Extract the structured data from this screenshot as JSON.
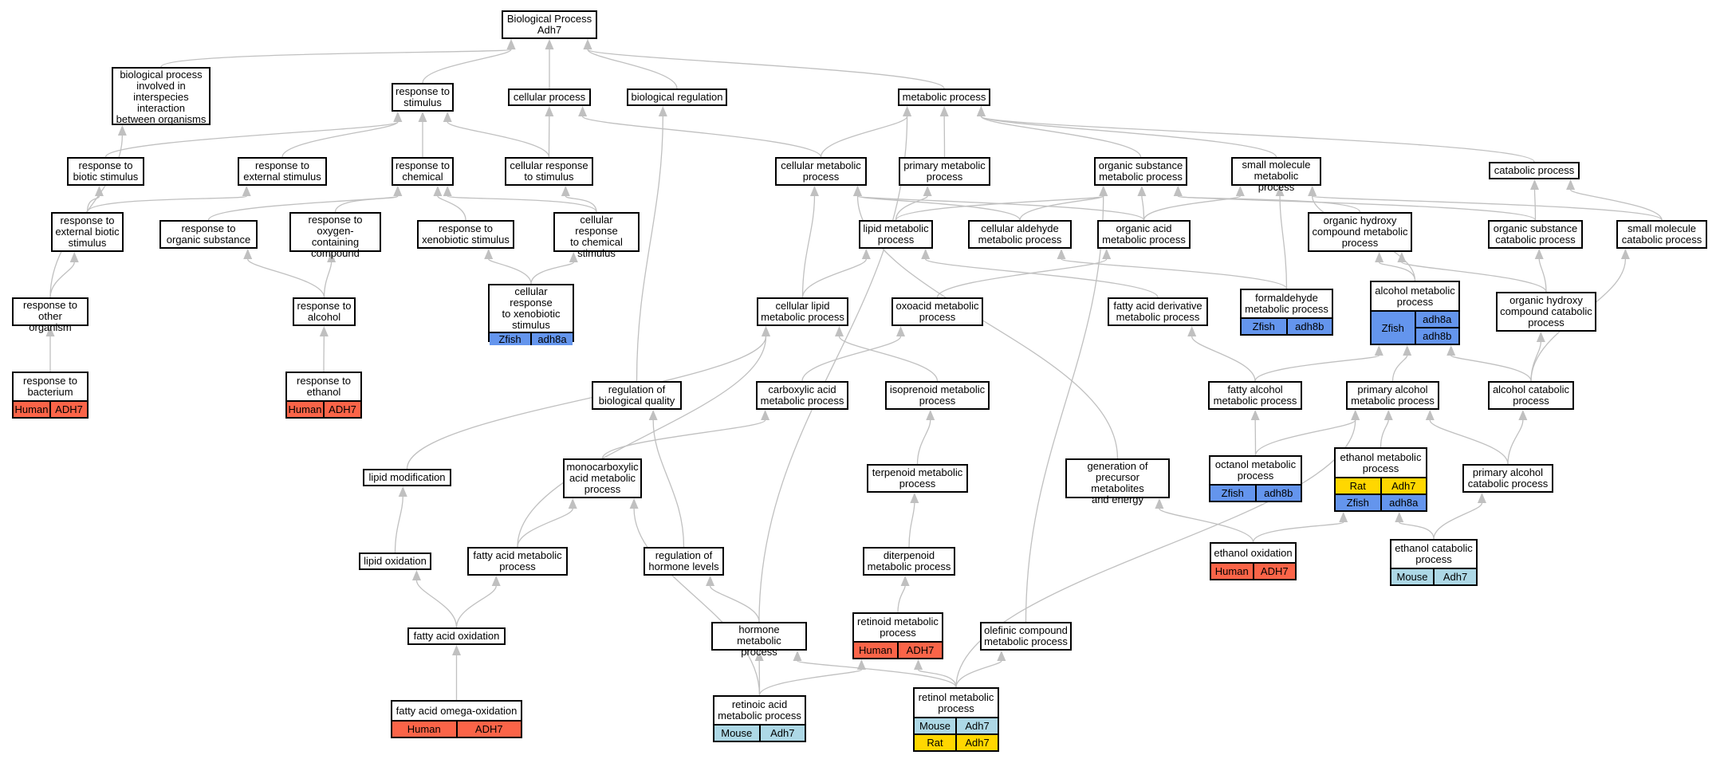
{
  "colors": {
    "edge": "#c0c0c0",
    "Human": "#fb6448",
    "Mouse": "#add8e6",
    "Rat": "#ffd700",
    "Zfish": "#6495ed"
  },
  "nodes": [
    {
      "id": "bp",
      "text": "Biological Process\nAdh7"
    },
    {
      "id": "bpinter",
      "text": "biological process\ninvolved in\ninterspecies\ninteraction\nbetween organisms"
    },
    {
      "id": "resp_stim",
      "text": "response to\nstimulus"
    },
    {
      "id": "cell_proc",
      "text": "cellular process"
    },
    {
      "id": "bio_reg",
      "text": "biological regulation"
    },
    {
      "id": "met_proc",
      "text": "metabolic process"
    },
    {
      "id": "resp_biotic",
      "text": "response to\nbiotic stimulus"
    },
    {
      "id": "resp_ext",
      "text": "response to\nexternal stimulus"
    },
    {
      "id": "resp_chem",
      "text": "response to\nchemical"
    },
    {
      "id": "cell_resp_stim",
      "text": "cellular response\nto stimulus"
    },
    {
      "id": "cell_met",
      "text": "cellular metabolic\nprocess"
    },
    {
      "id": "prim_met",
      "text": "primary metabolic\nprocess"
    },
    {
      "id": "org_sub_met",
      "text": "organic substance\nmetabolic process"
    },
    {
      "id": "small_mol_met",
      "text": "small molecule\nmetabolic process"
    },
    {
      "id": "catab",
      "text": "catabolic process"
    },
    {
      "id": "resp_ext_biotic",
      "text": "response to\nexternal biotic\nstimulus"
    },
    {
      "id": "resp_org_sub",
      "text": "response to\norganic substance"
    },
    {
      "id": "resp_oxy",
      "text": "response to\noxygen-containing\ncompound"
    },
    {
      "id": "resp_xeno",
      "text": "response to\nxenobiotic stimulus"
    },
    {
      "id": "cell_resp_chem",
      "text": "cellular response\nto chemical\nstimulus"
    },
    {
      "id": "lipid_met",
      "text": "lipid metabolic\nprocess"
    },
    {
      "id": "cell_ald",
      "text": "cellular aldehyde\nmetabolic process"
    },
    {
      "id": "org_acid",
      "text": "organic acid\nmetabolic process"
    },
    {
      "id": "org_hydroxy",
      "text": "organic hydroxy\ncompound metabolic\nprocess"
    },
    {
      "id": "org_sub_cat",
      "text": "organic substance\ncatabolic process"
    },
    {
      "id": "small_mol_cat",
      "text": "small molecule\ncatabolic process"
    },
    {
      "id": "resp_other",
      "text": "response to\nother organism"
    },
    {
      "id": "resp_alc",
      "text": "response to\nalcohol"
    },
    {
      "id": "cell_resp_xeno",
      "text": "cellular response\nto xenobiotic\nstimulus",
      "rows": [
        [
          {
            "sp": "Zfish",
            "gene": "adh8a"
          }
        ]
      ]
    },
    {
      "id": "cell_lipid",
      "text": "cellular lipid\nmetabolic process"
    },
    {
      "id": "oxoacid",
      "text": "oxoacid metabolic\nprocess"
    },
    {
      "id": "fa_deriv",
      "text": "fatty acid derivative\nmetabolic process"
    },
    {
      "id": "formald",
      "text": "formaldehyde\nmetabolic process",
      "rows": [
        [
          {
            "sp": "Zfish",
            "gene": "adh8b"
          }
        ]
      ]
    },
    {
      "id": "alc_met",
      "text": "alcohol metabolic\nprocess",
      "grid": {
        "sp": "Zfish",
        "genes": [
          "adh8a",
          "adh8b"
        ]
      }
    },
    {
      "id": "org_hydroxy_cat",
      "text": "organic hydroxy\ncompound catabolic\nprocess"
    },
    {
      "id": "resp_bact",
      "text": "response to\nbacterium",
      "rows": [
        [
          {
            "sp": "Human",
            "gene": "ADH7"
          }
        ]
      ]
    },
    {
      "id": "resp_eth",
      "text": "response to\nethanol",
      "rows": [
        [
          {
            "sp": "Human",
            "gene": "ADH7"
          }
        ]
      ]
    },
    {
      "id": "reg_bioq",
      "text": "regulation of\nbiological quality"
    },
    {
      "id": "carbox",
      "text": "carboxylic acid\nmetabolic process"
    },
    {
      "id": "isoprenoid",
      "text": "isoprenoid metabolic\nprocess"
    },
    {
      "id": "fatty_alc",
      "text": "fatty alcohol\nmetabolic process"
    },
    {
      "id": "prim_alc",
      "text": "primary alcohol\nmetabolic process"
    },
    {
      "id": "alc_cat",
      "text": "alcohol catabolic\nprocess"
    },
    {
      "id": "lipid_mod",
      "text": "lipid modification"
    },
    {
      "id": "monocarb",
      "text": "monocarboxylic\nacid metabolic\nprocess"
    },
    {
      "id": "terpenoid",
      "text": "terpenoid metabolic\nprocess"
    },
    {
      "id": "gen_prec",
      "text": "generation of\nprecursor metabolites\nand energy"
    },
    {
      "id": "octanol",
      "text": "octanol metabolic\nprocess",
      "rows": [
        [
          {
            "sp": "Zfish",
            "gene": "adh8b"
          }
        ]
      ]
    },
    {
      "id": "eth_met",
      "text": "ethanol metabolic\nprocess",
      "rows": [
        [
          {
            "sp": "Rat",
            "gene": "Adh7"
          }
        ],
        [
          {
            "sp": "Zfish",
            "gene": "adh8a"
          }
        ]
      ]
    },
    {
      "id": "prim_alc_cat",
      "text": "primary alcohol\ncatabolic process"
    },
    {
      "id": "lipid_ox",
      "text": "lipid oxidation"
    },
    {
      "id": "fa_met",
      "text": "fatty acid metabolic\nprocess"
    },
    {
      "id": "reg_horm",
      "text": "regulation of\nhormone levels"
    },
    {
      "id": "diterp",
      "text": "diterpenoid\nmetabolic process"
    },
    {
      "id": "eth_ox",
      "text": "ethanol oxidation",
      "rows": [
        [
          {
            "sp": "Human",
            "gene": "ADH7"
          }
        ]
      ]
    },
    {
      "id": "eth_cat",
      "text": "ethanol catabolic\nprocess",
      "rows": [
        [
          {
            "sp": "Mouse",
            "gene": "Adh7"
          }
        ]
      ]
    },
    {
      "id": "fa_ox",
      "text": "fatty acid oxidation"
    },
    {
      "id": "horm_met",
      "text": "hormone metabolic\nprocess"
    },
    {
      "id": "retinoid",
      "text": "retinoid metabolic\nprocess",
      "rows": [
        [
          {
            "sp": "Human",
            "gene": "ADH7"
          }
        ]
      ]
    },
    {
      "id": "olefinic",
      "text": "olefinic compound\nmetabolic process"
    },
    {
      "id": "fa_omega",
      "text": "fatty acid omega-oxidation",
      "rows": [
        [
          {
            "sp": "Human",
            "gene": "ADH7"
          }
        ]
      ]
    },
    {
      "id": "retinoic",
      "text": "retinoic acid\nmetabolic process",
      "rows": [
        [
          {
            "sp": "Mouse",
            "gene": "Adh7"
          }
        ]
      ]
    },
    {
      "id": "retinol",
      "text": "retinol metabolic\nprocess",
      "rows": [
        [
          {
            "sp": "Mouse",
            "gene": "Adh7"
          }
        ],
        [
          {
            "sp": "Rat",
            "gene": "Adh7"
          }
        ]
      ]
    }
  ],
  "edges": [
    [
      "bpinter",
      "bp"
    ],
    [
      "resp_stim",
      "bp"
    ],
    [
      "cell_proc",
      "bp"
    ],
    [
      "bio_reg",
      "bp"
    ],
    [
      "met_proc",
      "bp"
    ],
    [
      "resp_biotic",
      "resp_stim"
    ],
    [
      "resp_ext",
      "resp_stim"
    ],
    [
      "resp_chem",
      "resp_stim"
    ],
    [
      "cell_resp_stim",
      "resp_stim"
    ],
    [
      "cell_resp_stim",
      "cell_proc"
    ],
    [
      "cell_met",
      "cell_proc"
    ],
    [
      "cell_met",
      "met_proc"
    ],
    [
      "prim_met",
      "met_proc"
    ],
    [
      "org_sub_met",
      "met_proc"
    ],
    [
      "small_mol_met",
      "met_proc"
    ],
    [
      "catab",
      "met_proc"
    ],
    [
      "horm_met",
      "met_proc"
    ],
    [
      "resp_ext_biotic",
      "resp_biotic"
    ],
    [
      "resp_ext_biotic",
      "resp_ext"
    ],
    [
      "resp_org_sub",
      "resp_chem"
    ],
    [
      "resp_oxy",
      "resp_chem"
    ],
    [
      "resp_xeno",
      "resp_chem"
    ],
    [
      "cell_resp_chem",
      "resp_chem"
    ],
    [
      "cell_resp_chem",
      "cell_resp_stim"
    ],
    [
      "resp_other",
      "bpinter"
    ],
    [
      "resp_other",
      "resp_ext_biotic"
    ],
    [
      "resp_bact",
      "resp_other"
    ],
    [
      "resp_alc",
      "resp_org_sub"
    ],
    [
      "resp_alc",
      "resp_oxy"
    ],
    [
      "resp_eth",
      "resp_alc"
    ],
    [
      "cell_resp_xeno",
      "resp_xeno"
    ],
    [
      "cell_resp_xeno",
      "cell_resp_chem"
    ],
    [
      "lipid_met",
      "prim_met"
    ],
    [
      "lipid_met",
      "org_sub_met"
    ],
    [
      "cell_ald",
      "cell_met"
    ],
    [
      "cell_ald",
      "org_sub_met"
    ],
    [
      "org_acid",
      "cell_met"
    ],
    [
      "org_acid",
      "org_sub_met"
    ],
    [
      "org_acid",
      "small_mol_met"
    ],
    [
      "org_hydroxy",
      "org_sub_met"
    ],
    [
      "org_sub_cat",
      "org_sub_met"
    ],
    [
      "org_sub_cat",
      "catab"
    ],
    [
      "small_mol_cat",
      "small_mol_met"
    ],
    [
      "small_mol_cat",
      "catab"
    ],
    [
      "cell_lipid",
      "cell_met"
    ],
    [
      "cell_lipid",
      "lipid_met"
    ],
    [
      "oxoacid",
      "org_acid"
    ],
    [
      "fa_deriv",
      "lipid_met"
    ],
    [
      "formald",
      "cell_ald"
    ],
    [
      "formald",
      "small_mol_met"
    ],
    [
      "alc_met",
      "org_hydroxy"
    ],
    [
      "alc_met",
      "small_mol_met"
    ],
    [
      "org_hydroxy_cat",
      "org_hydroxy"
    ],
    [
      "org_hydroxy_cat",
      "org_sub_cat"
    ],
    [
      "reg_bioq",
      "bio_reg"
    ],
    [
      "carbox",
      "oxoacid"
    ],
    [
      "isoprenoid",
      "cell_lipid"
    ],
    [
      "fatty_alc",
      "fa_deriv"
    ],
    [
      "fatty_alc",
      "alc_met"
    ],
    [
      "prim_alc",
      "alc_met"
    ],
    [
      "alc_cat",
      "alc_met"
    ],
    [
      "alc_cat",
      "small_mol_cat"
    ],
    [
      "alc_cat",
      "org_hydroxy_cat"
    ],
    [
      "lipid_mod",
      "cell_lipid"
    ],
    [
      "monocarb",
      "carbox"
    ],
    [
      "terpenoid",
      "isoprenoid"
    ],
    [
      "gen_prec",
      "cell_met"
    ],
    [
      "octanol",
      "fatty_alc"
    ],
    [
      "octanol",
      "prim_alc"
    ],
    [
      "eth_met",
      "prim_alc"
    ],
    [
      "prim_alc_cat",
      "prim_alc"
    ],
    [
      "prim_alc_cat",
      "alc_cat"
    ],
    [
      "lipid_ox",
      "lipid_mod"
    ],
    [
      "fa_met",
      "monocarb"
    ],
    [
      "fa_met",
      "cell_lipid"
    ],
    [
      "reg_horm",
      "reg_bioq"
    ],
    [
      "diterp",
      "terpenoid"
    ],
    [
      "eth_ox",
      "gen_prec"
    ],
    [
      "eth_ox",
      "eth_met"
    ],
    [
      "eth_cat",
      "eth_met"
    ],
    [
      "eth_cat",
      "prim_alc_cat"
    ],
    [
      "fa_ox",
      "lipid_ox"
    ],
    [
      "fa_ox",
      "fa_met"
    ],
    [
      "horm_met",
      "reg_horm"
    ],
    [
      "retinoid",
      "diterp"
    ],
    [
      "olefinic",
      "org_sub_met"
    ],
    [
      "fa_omega",
      "fa_ox"
    ],
    [
      "retinoic",
      "monocarb"
    ],
    [
      "retinoic",
      "horm_met"
    ],
    [
      "retinoic",
      "retinoid"
    ],
    [
      "retinol",
      "retinoid"
    ],
    [
      "retinol",
      "horm_met"
    ],
    [
      "retinol",
      "olefinic"
    ],
    [
      "retinol",
      "prim_alc"
    ]
  ]
}
